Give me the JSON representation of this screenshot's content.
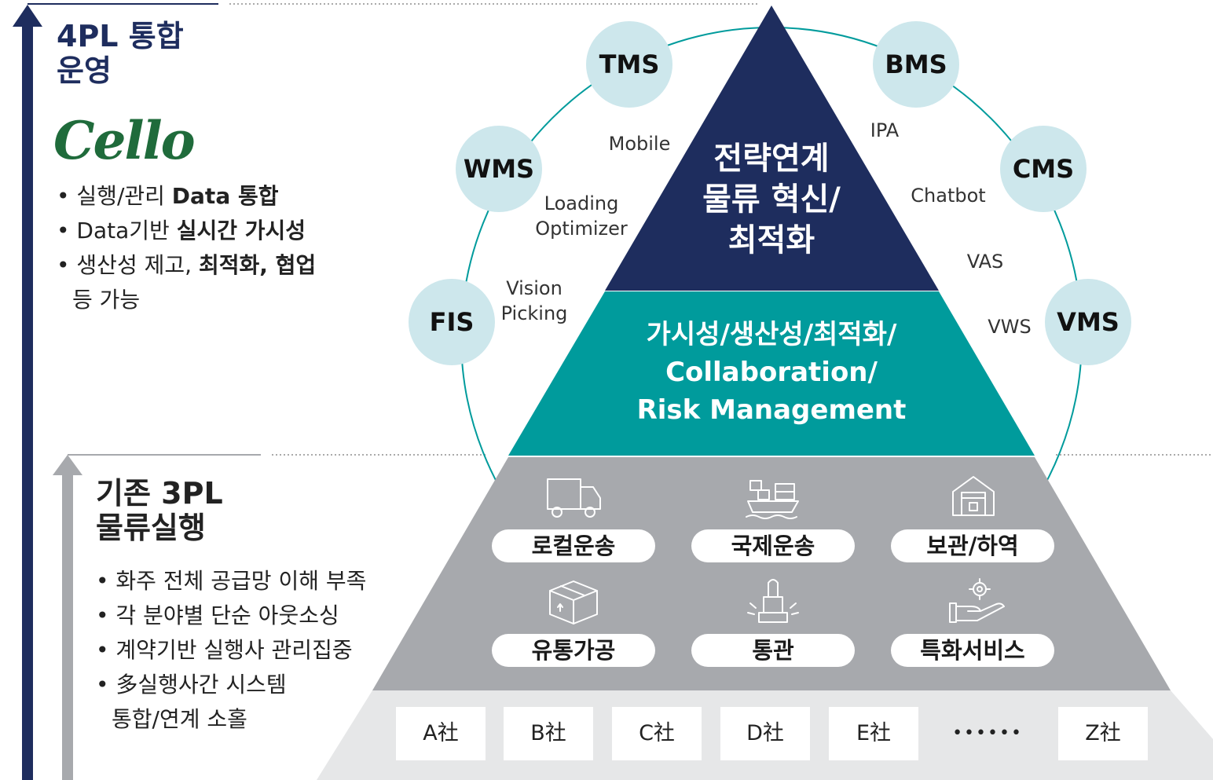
{
  "top_section": {
    "title_line1": "4PL 통합",
    "title_line2": "운영",
    "logo_text": "Cello",
    "bullets": [
      {
        "pre": "실행/관리 ",
        "bold": "Data 통합",
        "post": ""
      },
      {
        "pre": "Data기반 ",
        "bold": "실시간 가시성",
        "post": ""
      },
      {
        "pre": "생산성 제고, ",
        "bold": "최적화, 협업",
        "post": ""
      }
    ],
    "bullet3_cont": "등 가능"
  },
  "bottom_section": {
    "title_line1": "기존 3PL",
    "title_line2": "물류실행",
    "bullets": [
      "화주 전체 공급망 이해 부족",
      "각 분야별 단순 아웃소싱",
      "계약기반 실행사 관리집중",
      "多실행사간 시스템"
    ],
    "bullet4_cont": "통합/연계 소홀"
  },
  "pyramid": {
    "top_text": [
      "전략연계",
      "물류 혁신/",
      "최적화"
    ],
    "middle_text": [
      "가시성/생산성/최적화/",
      "Collaboration/",
      "Risk Management"
    ],
    "services": [
      {
        "label": "로컬운송",
        "icon": "truck-icon"
      },
      {
        "label": "국제운송",
        "icon": "ship-icon"
      },
      {
        "label": "보관/하역",
        "icon": "warehouse-icon"
      },
      {
        "label": "유통가공",
        "icon": "box-icon"
      },
      {
        "label": "통관",
        "icon": "stamp-icon"
      },
      {
        "label": "특화서비스",
        "icon": "hand-gear-icon"
      }
    ],
    "companies": [
      "A社",
      "B社",
      "C社",
      "D社",
      "E社",
      "••••••",
      "Z社"
    ]
  },
  "systems": {
    "circles": [
      "TMS",
      "BMS",
      "WMS",
      "CMS",
      "FIS",
      "VMS"
    ],
    "labels": {
      "mobile": "Mobile",
      "loading_optimizer": [
        "Loading",
        "Optimizer"
      ],
      "vision_picking": [
        "Vision",
        "Picking"
      ],
      "ipa": "IPA",
      "chatbot": "Chatbot",
      "vas": "VAS",
      "vws": "VWS"
    }
  },
  "colors": {
    "navy": "#1e2d5e",
    "teal": "#009b9c",
    "gray": "#a7a9ad",
    "light_gray": "#e6e7e8",
    "circle": "#cde7ec",
    "logo_green": "#1f6b3b"
  }
}
